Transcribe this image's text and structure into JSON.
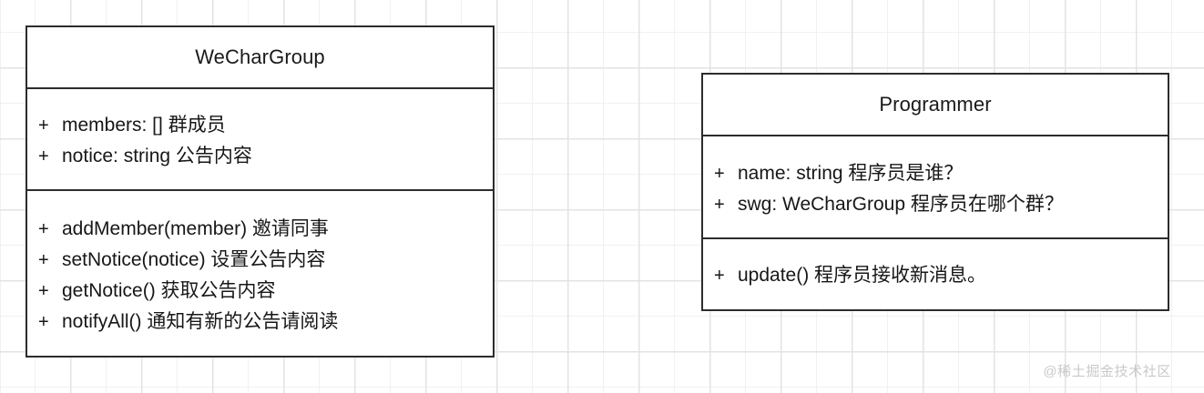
{
  "diagram": {
    "type": "uml-class-diagram",
    "background_color": "#ffffff",
    "grid_color": "#e3e3e3",
    "border_color": "#2c2c2c",
    "text_color": "#171717",
    "classes": [
      {
        "id": "wechargroup",
        "name": "WeCharGroup",
        "attributes": [
          {
            "visibility": "+",
            "text": "members: [] 群成员"
          },
          {
            "visibility": "+",
            "text": "notice: string 公告内容"
          }
        ],
        "methods": [
          {
            "visibility": "+",
            "text": "addMember(member) 邀请同事"
          },
          {
            "visibility": "+",
            "text": "setNotice(notice) 设置公告内容"
          },
          {
            "visibility": "+",
            "text": "getNotice() 获取公告内容"
          },
          {
            "visibility": "+",
            "text": "notifyAll() 通知有新的公告请阅读"
          }
        ]
      },
      {
        "id": "programmer",
        "name": "Programmer",
        "attributes": [
          {
            "visibility": "+",
            "text": "name: string 程序员是谁？"
          },
          {
            "visibility": "+",
            "text": "swg: WeCharGroup 程序员在哪个群？"
          }
        ],
        "methods": [
          {
            "visibility": "+",
            "text": "update() 程序员接收新消息。"
          }
        ]
      }
    ]
  },
  "watermark": {
    "text": "@稀土掘金技术社区",
    "color": "#c9c9c9"
  }
}
